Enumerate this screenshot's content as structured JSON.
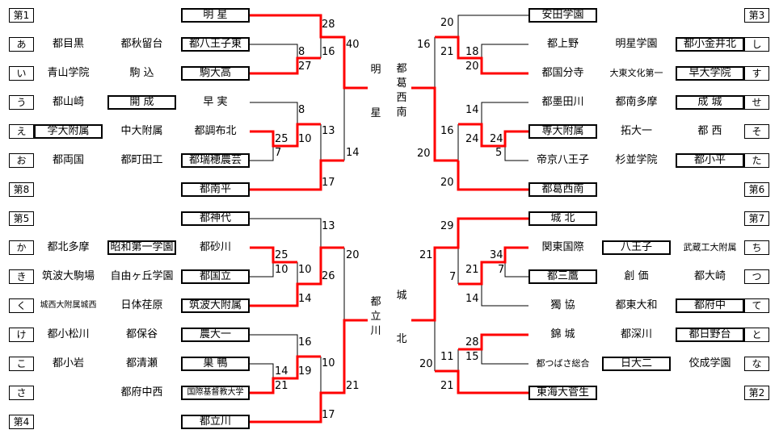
{
  "left": [
    {
      "label": "第1",
      "cols": [
        "",
        "",
        "明 星"
      ],
      "boxed": [
        2
      ]
    },
    {
      "label": "あ",
      "cols": [
        "都目黒",
        "都秋留台",
        "都八王子東"
      ],
      "boxed": [
        2
      ]
    },
    {
      "label": "い",
      "cols": [
        "青山学院",
        "駒 込",
        "駒大高"
      ],
      "boxed": [
        2
      ]
    },
    {
      "label": "う",
      "cols": [
        "都山崎",
        "開 成",
        "早 実"
      ],
      "boxed": [
        1
      ]
    },
    {
      "label": "え",
      "cols": [
        "学大附属",
        "中大附属",
        "都調布北"
      ],
      "boxed": [
        0
      ]
    },
    {
      "label": "お",
      "cols": [
        "都両国",
        "都町田工",
        "都瑞穂農芸"
      ],
      "boxed": [
        2
      ]
    },
    {
      "label": "第8",
      "cols": [
        "",
        "",
        "都南平"
      ],
      "boxed": [
        2
      ]
    },
    {
      "label": "第5",
      "cols": [
        "",
        "",
        "都神代"
      ],
      "boxed": [
        2
      ]
    },
    {
      "label": "か",
      "cols": [
        "都北多摩",
        "昭和第一学園",
        "都砂川"
      ],
      "boxed": [
        1
      ]
    },
    {
      "label": "き",
      "cols": [
        "筑波大駒場",
        "自由ヶ丘学園",
        "都国立"
      ],
      "boxed": [
        2
      ]
    },
    {
      "label": "く",
      "cols": [
        "城西大附属城西",
        "日体荏原",
        "筑波大附属"
      ],
      "boxed": [
        2
      ]
    },
    {
      "label": "け",
      "cols": [
        "都小松川",
        "都保谷",
        "農大一"
      ],
      "boxed": [
        2
      ]
    },
    {
      "label": "こ",
      "cols": [
        "都小岩",
        "都清瀬",
        "巣 鴨"
      ],
      "boxed": [
        2
      ]
    },
    {
      "label": "さ",
      "cols": [
        "",
        "都府中西",
        "国際基督教大学"
      ],
      "boxed": [
        2
      ]
    },
    {
      "label": "第4",
      "cols": [
        "",
        "",
        "都立川"
      ],
      "boxed": [
        2
      ]
    }
  ],
  "right": [
    {
      "label": "第3",
      "cols": [
        "安田学園",
        "",
        ""
      ],
      "boxed": [
        0
      ]
    },
    {
      "label": "し",
      "cols": [
        "都上野",
        "明星学園",
        "都小金井北"
      ],
      "boxed": [
        2
      ]
    },
    {
      "label": "す",
      "cols": [
        "都国分寺",
        "大東文化第一",
        "早大学院"
      ],
      "boxed": [
        2
      ]
    },
    {
      "label": "せ",
      "cols": [
        "都墨田川",
        "都南多摩",
        "成 城"
      ],
      "boxed": [
        2
      ]
    },
    {
      "label": "そ",
      "cols": [
        "専大附属",
        "拓大一",
        "都 西"
      ],
      "boxed": [
        0
      ]
    },
    {
      "label": "た",
      "cols": [
        "帝京八王子",
        "杉並学院",
        "都小平"
      ],
      "boxed": [
        2
      ]
    },
    {
      "label": "第6",
      "cols": [
        "都葛西南",
        "",
        ""
      ],
      "boxed": [
        0
      ]
    },
    {
      "label": "第7",
      "cols": [
        "城 北",
        "",
        ""
      ],
      "boxed": [
        0
      ]
    },
    {
      "label": "ち",
      "cols": [
        "関東国際",
        "八王子",
        "武蔵工大附属"
      ],
      "boxed": [
        1
      ]
    },
    {
      "label": "つ",
      "cols": [
        "都三鷹",
        "創 価",
        "都大崎"
      ],
      "boxed": [
        0
      ]
    },
    {
      "label": "て",
      "cols": [
        "獨 協",
        "都東大和",
        "都府中"
      ],
      "boxed": [
        2
      ]
    },
    {
      "label": "と",
      "cols": [
        "錦 城",
        "都深川",
        "都日野台"
      ],
      "boxed": [
        2
      ]
    },
    {
      "label": "な",
      "cols": [
        "都つばさ総合",
        "日大二",
        "佼成学園"
      ],
      "boxed": [
        1
      ]
    },
    {
      "label": "第2",
      "cols": [
        "東海大菅生",
        "",
        ""
      ],
      "boxed": [
        0
      ]
    }
  ],
  "scores": [
    "28",
    "16",
    "8",
    "27",
    "40",
    "14",
    "8",
    "25",
    "7",
    "10",
    "13",
    "17",
    "13",
    "25",
    "10",
    "10",
    "14",
    "26",
    "20",
    "16",
    "14",
    "21",
    "19",
    "10",
    "17",
    "21",
    "20",
    "16",
    "21",
    "18",
    "20",
    "14",
    "16",
    "24",
    "24",
    "5",
    "20",
    "20",
    "29",
    "21",
    "34",
    "21",
    "7",
    "7",
    "14",
    "28",
    "11",
    "15",
    "20",
    "21"
  ],
  "winners": [
    "明星",
    "都立川",
    "都葛西南",
    "城北"
  ],
  "colors": {
    "win_line": "#ff0000",
    "line": "#000000"
  }
}
